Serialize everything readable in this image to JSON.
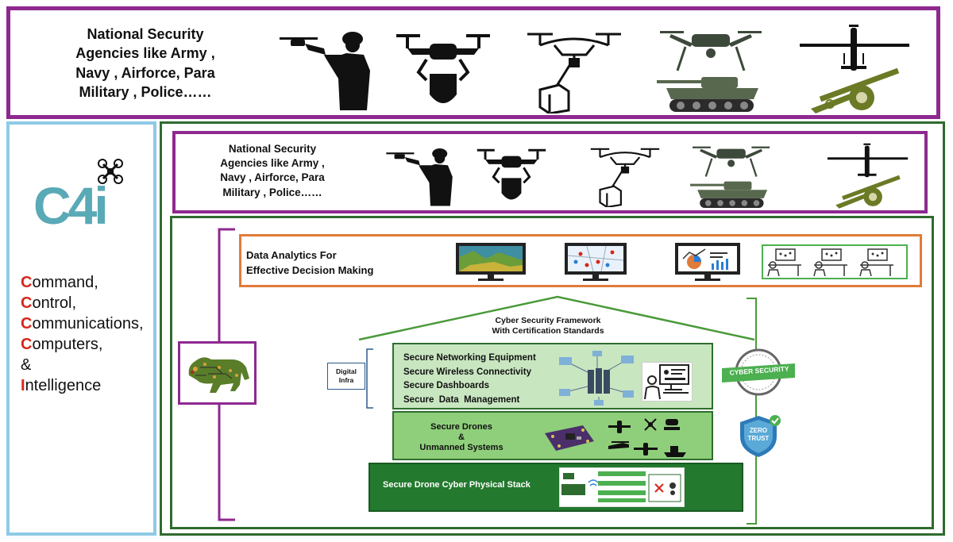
{
  "top_panel": {
    "agencies_text": "National Security\nAgencies like Army ,\nNavy , Airforce, Para\nMilitary , Police……",
    "icons": [
      "soldier-with-drone-icon",
      "drone-with-bomb-icon",
      "delivery-drone-icon",
      "quadcopter-over-tank-icon",
      "fixed-wing-drone-over-artillery-icon"
    ]
  },
  "left_panel": {
    "logo_text": "C4i",
    "c4i_items": [
      {
        "initial": "C",
        "rest": "ommand,"
      },
      {
        "initial": "C",
        "rest": "ontrol,"
      },
      {
        "initial": "C",
        "rest": "ommunications,"
      },
      {
        "initial": "C",
        "rest": "omputers,"
      },
      {
        "initial": "",
        "rest": "&"
      },
      {
        "initial": "I",
        "rest": "ntelligence"
      }
    ]
  },
  "inner_panel": {
    "agencies_text": "National Security\nAgencies like Army ,\nNavy , Airforce, Para\nMilitary , Police……"
  },
  "analytics": {
    "title": "Data Analytics For\nEffective Decision Making",
    "icons": [
      "satellite-map-monitor-icon",
      "map-pins-monitor-icon",
      "analytics-dashboard-monitor-icon",
      "operators-at-desks-icon"
    ]
  },
  "framework": {
    "roof_title": "Cyber Security Framework\nWith Certification Standards",
    "digital_infra_label": "Digital\nInfra",
    "tier1_items": [
      "Secure Networking Equipment",
      "Secure Wireless Connectivity",
      "Secure Dashboards",
      "Secure  Data  Management"
    ],
    "tier2_text": "Secure Drones\n&\nUnmanned Systems",
    "tier3_text": "Secure Drone Cyber Physical Stack",
    "badges": {
      "cyber_security": "CYBER SECURITY",
      "zero_trust_1": "ZERO",
      "zero_trust_2": "TRUST"
    }
  },
  "colors": {
    "purple": "#8e2a8f",
    "light_blue": "#8ecae6",
    "dark_green": "#2e6b2e",
    "orange": "#e07b39",
    "tier1": "#c8e6c0",
    "tier2": "#8fce7a",
    "tier3": "#237a2e",
    "logo_teal": "#5aa9b7",
    "accent_red": "#d9261c"
  }
}
